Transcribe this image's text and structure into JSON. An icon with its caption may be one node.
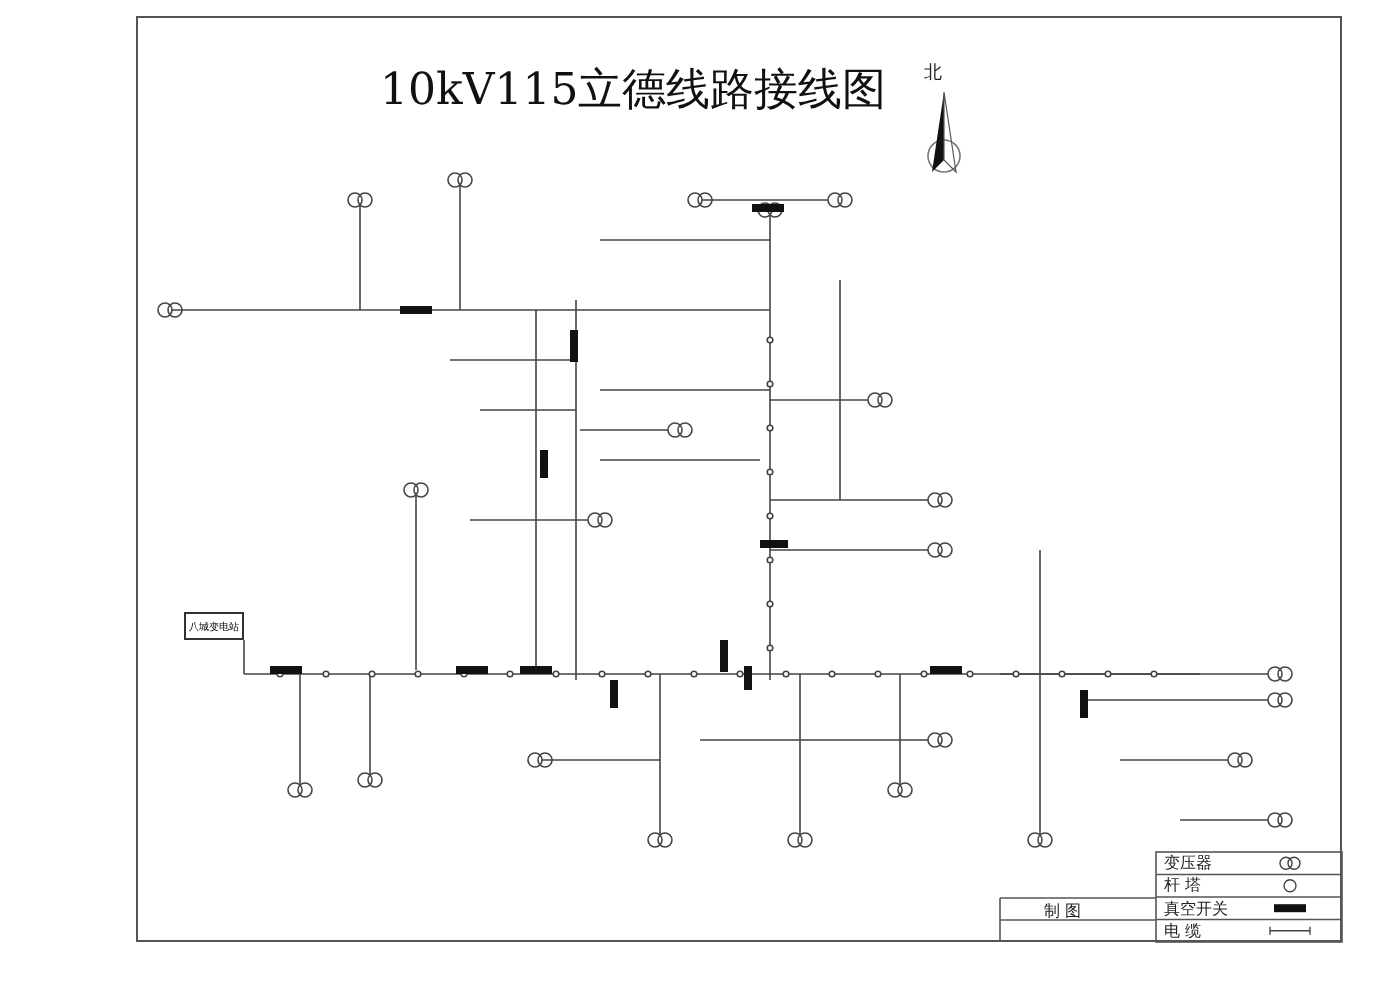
{
  "diagram": {
    "title": "10kV115立德线路接线图",
    "nodes": [
      {
        "text": [
          "八城变电站"
        ]
      }
    ],
    "edges": [],
    "labels": [
      "北",
      "制 图"
    ],
    "legend": [
      {
        "text": "变压器"
      },
      {
        "text": "杆 塔"
      },
      {
        "text": "真空开关"
      },
      {
        "text": "电 缆"
      }
    ]
  }
}
